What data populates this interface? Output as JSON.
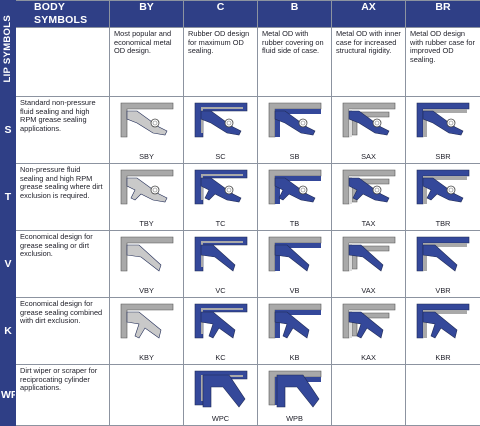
{
  "header": {
    "body_symbols": "BODY SYMBOLS",
    "lip_symbols": "LIP SYMBOLS",
    "columns": [
      {
        "key": "BY",
        "desc": "Most popular and economical metal OD design."
      },
      {
        "key": "C",
        "desc": "Rubber OD design for maximum OD sealing."
      },
      {
        "key": "B",
        "desc": "Metal OD with rubber covering on fluid side of case."
      },
      {
        "key": "AX",
        "desc": "Metal OD with inner case for increased structural rigidity."
      },
      {
        "key": "BR",
        "desc": "Metal OD design with rubber case for improved OD sealing."
      }
    ]
  },
  "rows": [
    {
      "lip": "S",
      "desc": "Standard non-pressure fluid sealing and high RPM grease sealing applications.",
      "codes": [
        "SBY",
        "SC",
        "SB",
        "SAX",
        "SBR"
      ]
    },
    {
      "lip": "T",
      "desc": "Non-pressure fluid sealing and high RPM grease sealing where dirt exclusion is required.",
      "codes": [
        "TBY",
        "TC",
        "TB",
        "TAX",
        "TBR"
      ]
    },
    {
      "lip": "V",
      "desc": "Economical design for grease sealing or dirt exclusion.",
      "codes": [
        "VBY",
        "VC",
        "VB",
        "VAX",
        "VBR"
      ]
    },
    {
      "lip": "K",
      "desc": "Economical design for grease sealing combined with dirt exclusion.",
      "codes": [
        "KBY",
        "KC",
        "KB",
        "KAX",
        "KBR"
      ]
    },
    {
      "lip": "WP",
      "desc": "Dirt wiper or scraper for reciprocating cylinder applications.",
      "codes": [
        "",
        "WPC",
        "WPB",
        "",
        ""
      ]
    }
  ],
  "colors": {
    "header": "#2f3f86",
    "rubber": "#34489a",
    "metal": "#a9a9a9",
    "border": "#8c93a0"
  }
}
